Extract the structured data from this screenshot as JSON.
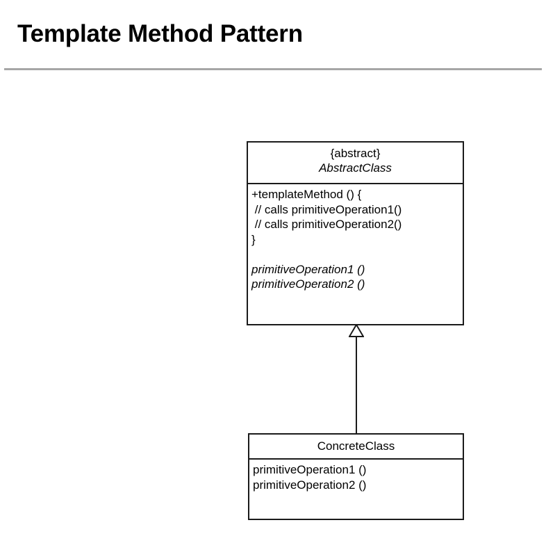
{
  "slide": {
    "title": "Template Method Pattern",
    "background_color": "#ffffff",
    "rule_color": "#a6a6a6"
  },
  "diagram": {
    "type": "uml-class-diagram",
    "stroke_color": "#1a1a1a",
    "classes": [
      {
        "id": "abstract-class",
        "stereotype": "{abstract}",
        "name": "AbstractClass",
        "name_style": "italic",
        "operations": [
          {
            "text": "+templateMethod () {",
            "style": "normal"
          },
          {
            "text": " // calls primitiveOperation1()",
            "style": "normal"
          },
          {
            "text": " // calls primitiveOperation2()",
            "style": "normal"
          },
          {
            "text": "}",
            "style": "normal"
          },
          {
            "text": "",
            "style": "blank"
          },
          {
            "text": "primitiveOperation1 ()",
            "style": "italic"
          },
          {
            "text": "primitiveOperation2 ()",
            "style": "italic"
          }
        ]
      },
      {
        "id": "concrete-class",
        "stereotype": "",
        "name": "ConcreteClass",
        "name_style": "normal",
        "operations": [
          {
            "text": "primitiveOperation1 ()",
            "style": "normal"
          },
          {
            "text": "primitiveOperation2 ()",
            "style": "normal"
          }
        ]
      }
    ],
    "relationships": [
      {
        "kind": "generalization",
        "from": "ConcreteClass",
        "to": "AbstractClass",
        "arrowhead": "hollow-triangle"
      }
    ]
  }
}
